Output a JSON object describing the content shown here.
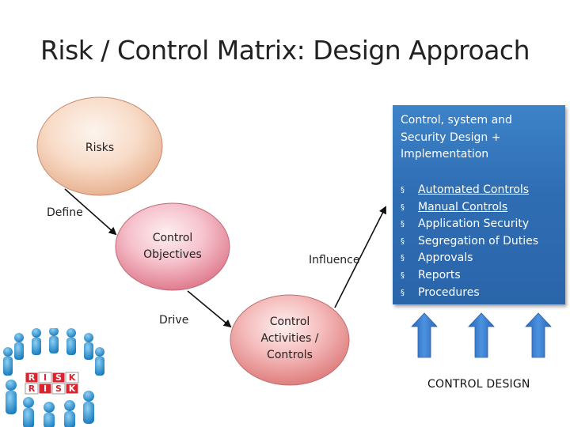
{
  "slide": {
    "title": "Risk / Control Matrix: Design Approach",
    "nodes": {
      "risks": "Risks",
      "control_objectives_line1": "Control",
      "control_objectives_line2": "Objectives",
      "control_activities_line1": "Control",
      "control_activities_line2": "Activities /",
      "control_activities_line3": "Controls"
    },
    "edge_labels": {
      "define": "Define",
      "drive": "Drive",
      "influence": "Influence"
    },
    "panel": {
      "title_line1": "Control, system and",
      "title_line2": "Security Design +",
      "title_line3": "Implementation",
      "items": [
        "Automated Controls",
        "Manual Controls",
        "Application Security",
        "Segregation of Duties",
        "Approvals",
        "Reports",
        "Procedures"
      ],
      "bullet_glyph": "§",
      "color": "#2f6db3"
    },
    "design_label": "CONTROL DESIGN",
    "logo": {
      "tiles_row1": [
        "R",
        "I",
        "S",
        "K"
      ],
      "tiles_row2": [
        "R",
        "I",
        "S",
        "K"
      ]
    },
    "colors": {
      "ellipse_risks": "#f7d9c4",
      "ellipse_objectives": "#f4b8c4",
      "ellipse_activities": "#f4b0b0",
      "arrow_blue": "#3a7fcf"
    }
  }
}
